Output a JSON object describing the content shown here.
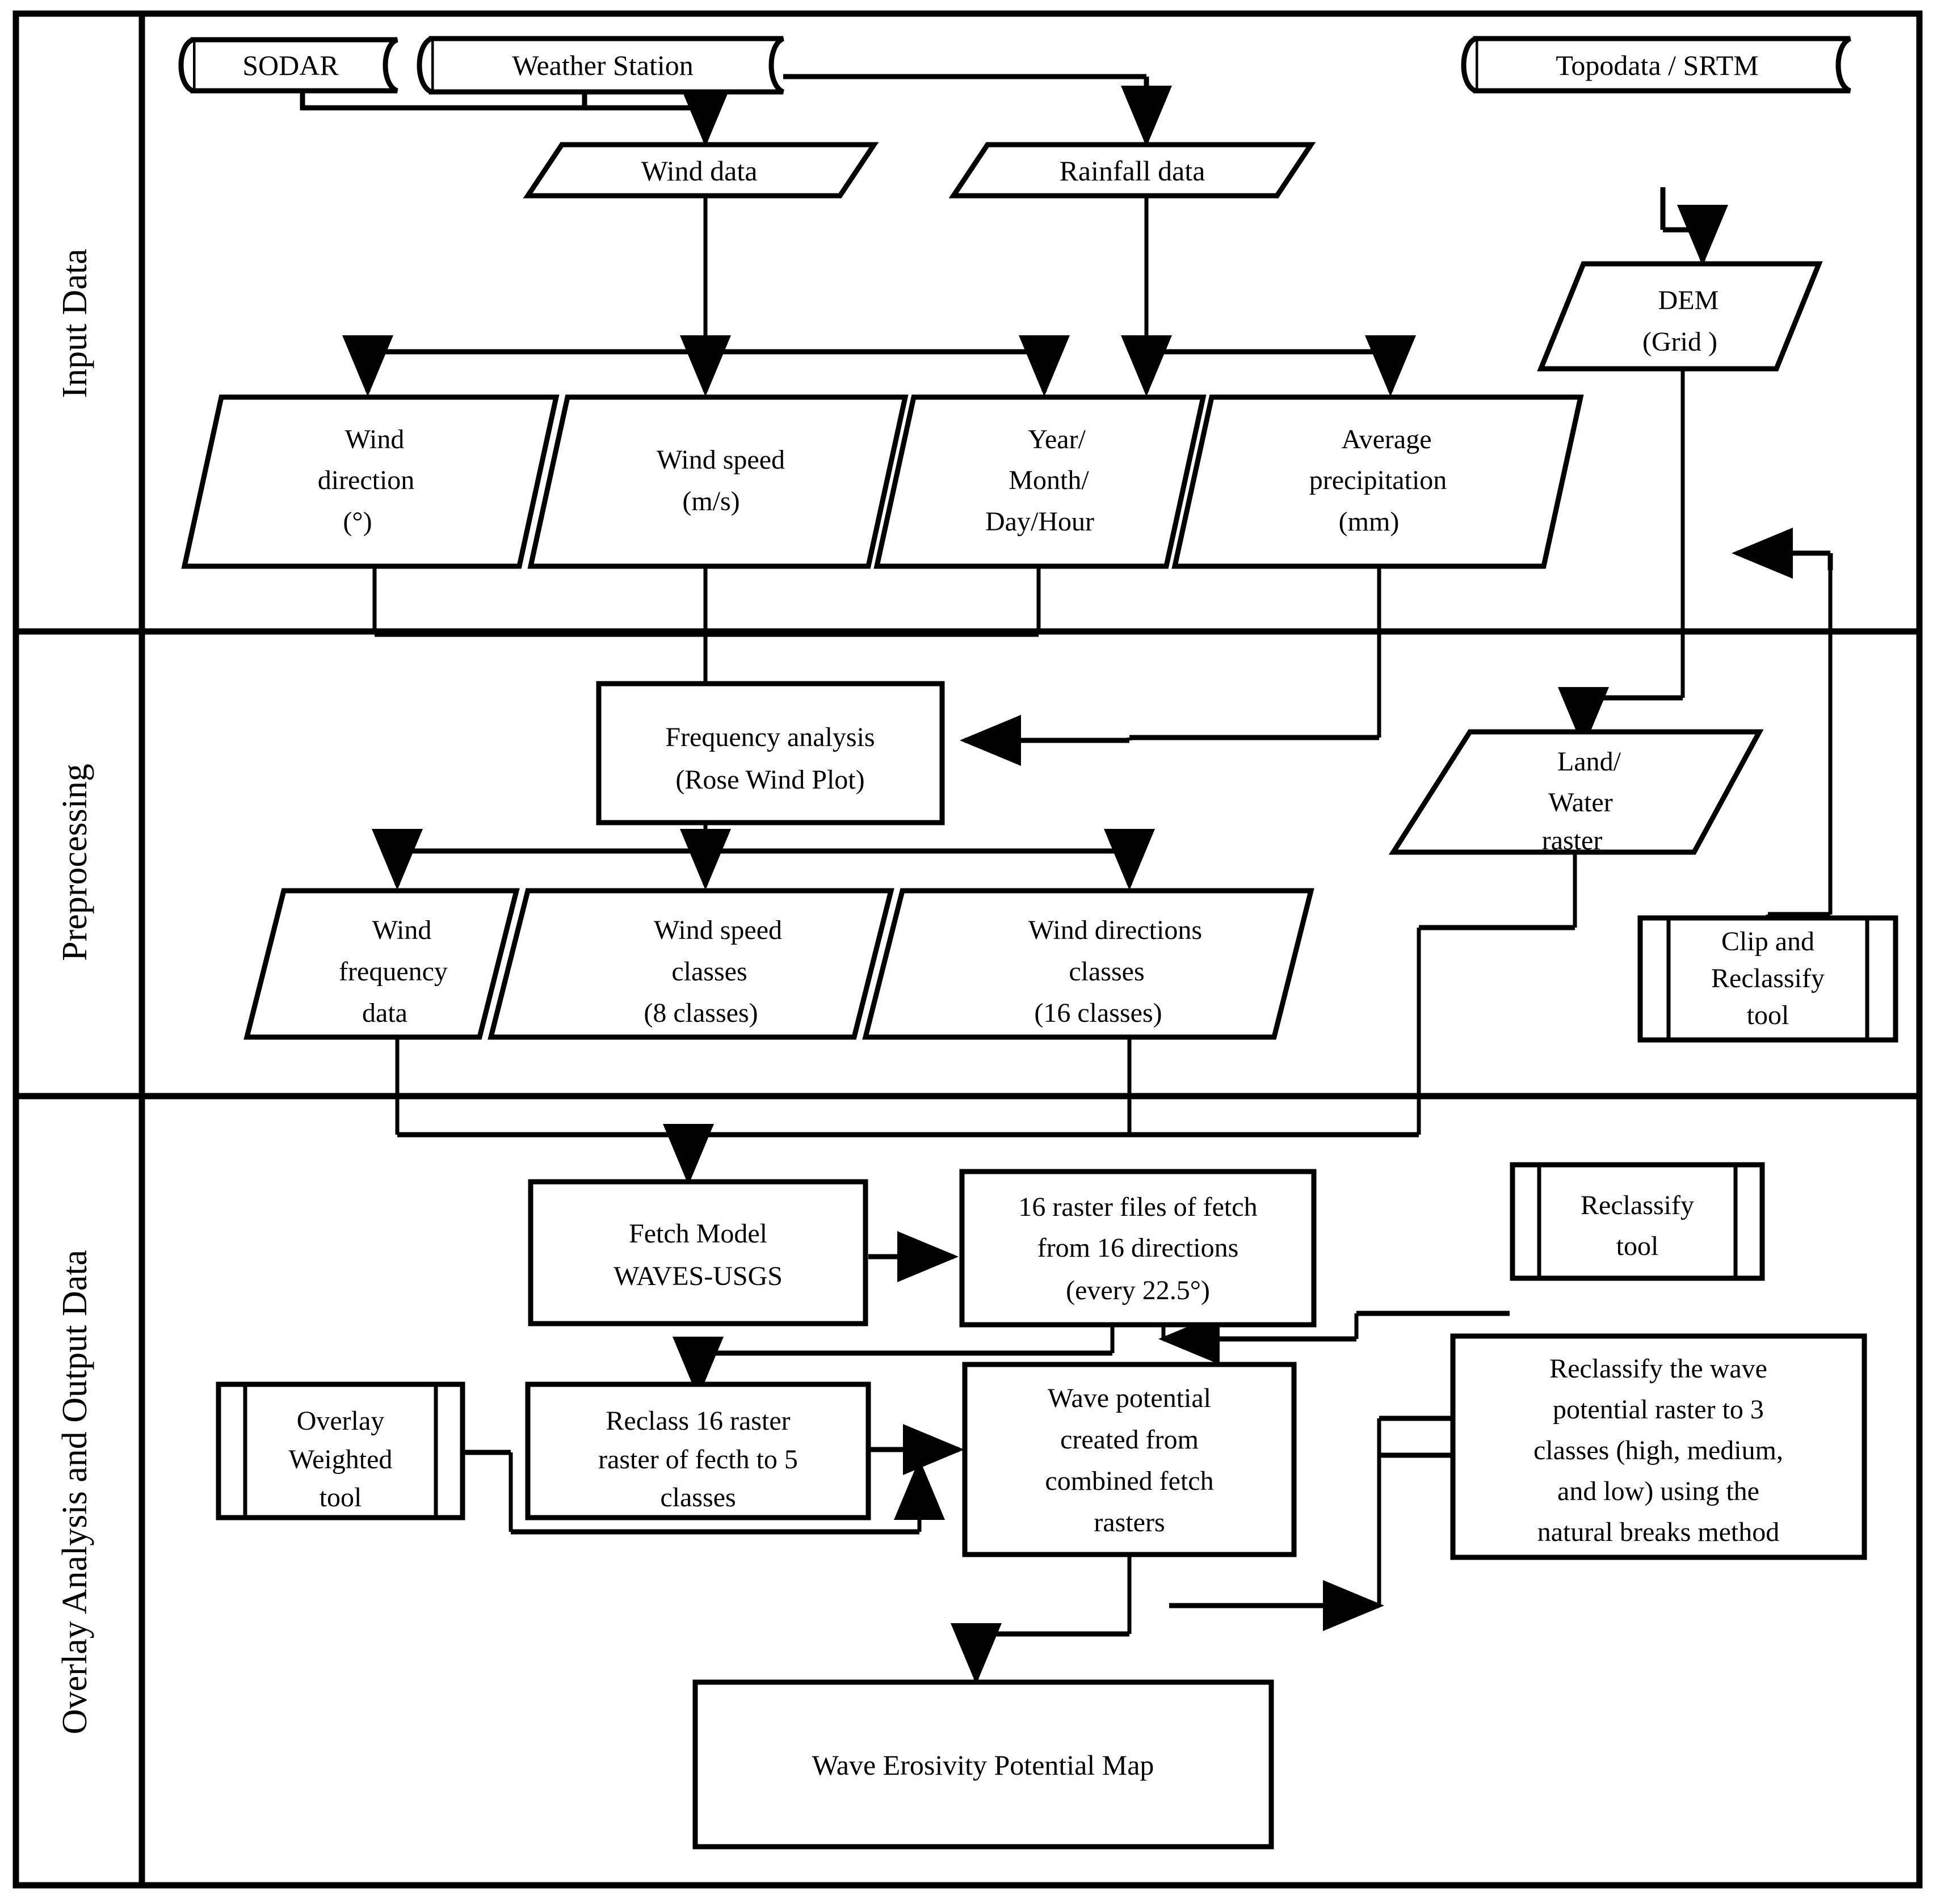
{
  "figure": {
    "title": "Wave Erosivity Potential Methodology Flowchart",
    "sections": [
      {
        "id": "input",
        "label": "Input Data"
      },
      {
        "id": "preprocessing",
        "label": "Preprocessing"
      },
      {
        "id": "overlay",
        "label": "Overlay Analysis and Output Data"
      }
    ]
  },
  "nodes": {
    "sodar": {
      "label": "SODAR",
      "shape": "cylinder",
      "section": "input"
    },
    "weather_station": {
      "label": "Weather Station",
      "shape": "cylinder",
      "section": "input"
    },
    "topodata": {
      "label": "Topodata / SRTM",
      "shape": "cylinder",
      "section": "input"
    },
    "wind_data": {
      "label": "Wind data",
      "shape": "parallelogram",
      "section": "input"
    },
    "rainfall_data": {
      "label": "Rainfall data",
      "shape": "parallelogram",
      "section": "input"
    },
    "dem": {
      "line1": "DEM",
      "line2": "(Grid )",
      "shape": "parallelogram",
      "section": "input"
    },
    "wind_direction": {
      "line1": "Wind",
      "line2": "direction",
      "line3": "(°)",
      "shape": "parallelogram",
      "section": "input"
    },
    "wind_speed": {
      "line1": "Wind speed",
      "line2": "(m/s)",
      "shape": "parallelogram",
      "section": "input"
    },
    "datetime": {
      "line1": "Year/",
      "line2": "Month/",
      "line3": "Day/Hour",
      "shape": "parallelogram",
      "section": "input"
    },
    "avg_precip": {
      "line1": "Average",
      "line2": "precipitation",
      "line3": "(mm)",
      "shape": "parallelogram",
      "section": "input"
    },
    "freq_analysis": {
      "line1": "Frequency analysis",
      "line2": "(Rose Wind Plot)",
      "shape": "process",
      "section": "preprocessing"
    },
    "wind_freq_data": {
      "line1": "Wind",
      "line2": "frequency",
      "line3": "data",
      "shape": "parallelogram",
      "section": "preprocessing"
    },
    "wind_speed_classes": {
      "line1": "Wind speed",
      "line2": "classes",
      "line3": "(8 classes)",
      "shape": "parallelogram",
      "section": "preprocessing"
    },
    "wind_dir_classes": {
      "line1": "Wind directions",
      "line2": "classes",
      "line3": "(16 classes)",
      "shape": "parallelogram",
      "section": "preprocessing"
    },
    "land_water_raster": {
      "line1": "Land/",
      "line2": "Water",
      "line3": "raster",
      "shape": "parallelogram",
      "section": "preprocessing"
    },
    "clip_reclassify_tool": {
      "line1": "Clip and",
      "line2": "Reclassify",
      "line3": "tool",
      "shape": "predefined-process",
      "section": "preprocessing"
    },
    "fetch_model": {
      "line1": "Fetch Model",
      "line2": "WAVES-USGS",
      "shape": "process",
      "section": "overlay"
    },
    "raster_files_16": {
      "line1": "16 raster files of fetch",
      "line2": "from 16 directions",
      "line3": "(every 22.5°)",
      "shape": "process",
      "section": "overlay"
    },
    "reclassify_tool": {
      "line1": "Reclassify",
      "line2": "tool",
      "shape": "predefined-process",
      "section": "overlay"
    },
    "overlay_weighted_tool": {
      "line1": "Overlay",
      "line2": "Weighted",
      "line3": "tool",
      "shape": "predefined-process",
      "section": "overlay"
    },
    "reclass_16_raster": {
      "line1": "Reclass 16 raster",
      "line2": "raster of fecth to 5",
      "line3": "classes",
      "shape": "process",
      "section": "overlay"
    },
    "wave_potential": {
      "line1": "Wave potential",
      "line2": "created from",
      "line3": "combined fetch",
      "line4": "rasters",
      "shape": "process",
      "section": "overlay"
    },
    "reclassify_note": {
      "line1": "Reclassify the wave",
      "line2": "potential raster to 3",
      "line3": "classes (high, medium,",
      "line4": "and low) using the",
      "line5": "natural breaks method",
      "shape": "process",
      "section": "overlay"
    },
    "final_map": {
      "label": "Wave Erosivity Potential Map",
      "shape": "process",
      "section": "overlay"
    }
  },
  "colors": {
    "stroke": "#000000",
    "fill": "#ffffff",
    "text": "#000000"
  }
}
